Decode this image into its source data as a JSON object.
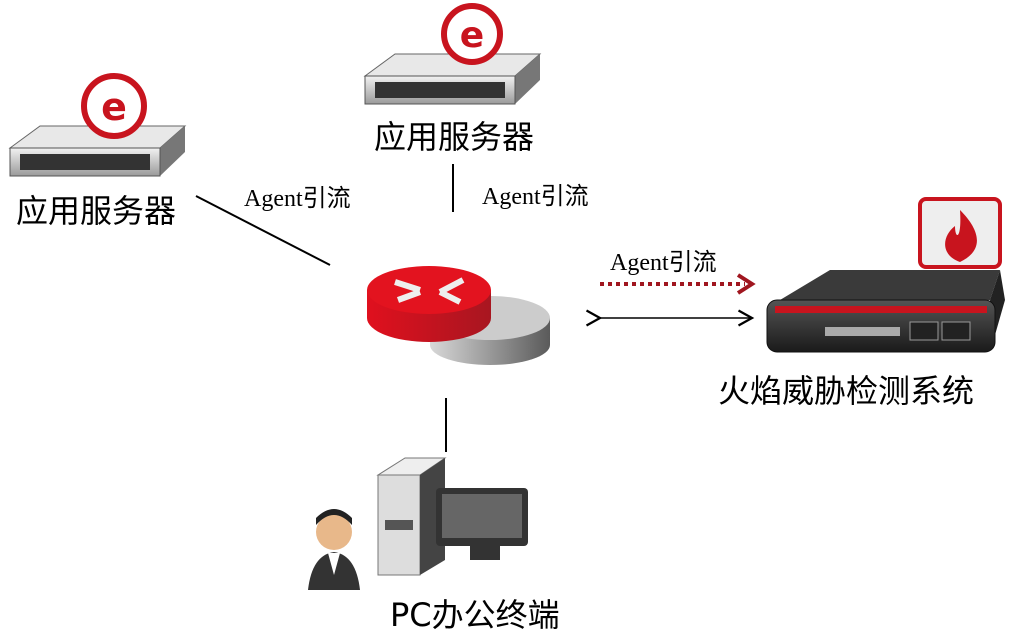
{
  "title": "Network topology: Agent traffic steering to threat detection",
  "nodes": {
    "server_left": {
      "label": "应用服务器",
      "icon": "ie-browser-icon"
    },
    "server_top": {
      "label": "应用服务器",
      "icon": "ie-browser-icon"
    },
    "router": {
      "icon": "router-icon"
    },
    "detector": {
      "label": "火焰威胁检测系统",
      "icon": "flame-icon"
    },
    "pc": {
      "label": "PC办公终端",
      "icon": "desktop-pc-icon"
    }
  },
  "edges": {
    "left_label": "Agent引流",
    "top_label": "Agent引流",
    "right_label": "Agent引流"
  },
  "colors": {
    "accent_red": "#b3121c",
    "dotted_arrow": "#a0161f"
  }
}
